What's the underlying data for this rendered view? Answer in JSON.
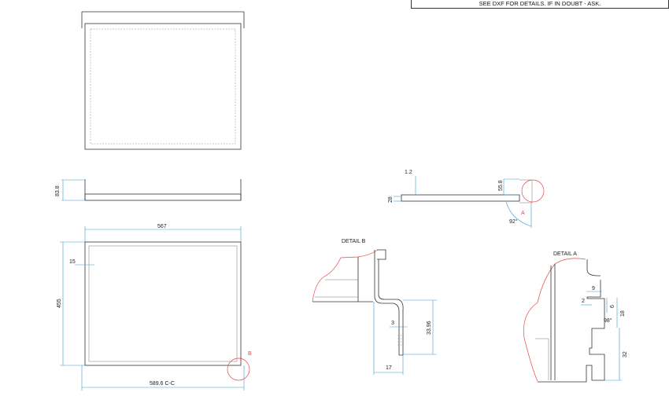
{
  "note": "SEE DXF FOR DETAILS.   IF IN DOUBT - ASK.",
  "side_view": {
    "height_dim": "83.8"
  },
  "plan_view": {
    "width_dim": "567",
    "inset_dim": "15",
    "height_dim": "455",
    "overall_dim": "589.6 C-C",
    "detail_marker": "B"
  },
  "section_view": {
    "thickness_dim": "1.2",
    "height_dim": "28",
    "lip_dim": "55.8",
    "angle_dim": "92°",
    "detail_marker": "A"
  },
  "detail_b": {
    "title": "DETAIL B",
    "thickness_dim": "3",
    "height_dim": "33.96",
    "offset_dim": "17"
  },
  "detail_a": {
    "title": "DETAIL A",
    "width_dim": "9",
    "gap_dim": "2",
    "slot_dim": "6",
    "pitch_dim": "18",
    "angle_dim": "98°",
    "span_dim": "32"
  },
  "colors": {
    "dimension": "#3a9bd5",
    "detail_circle": "#e8484a"
  }
}
